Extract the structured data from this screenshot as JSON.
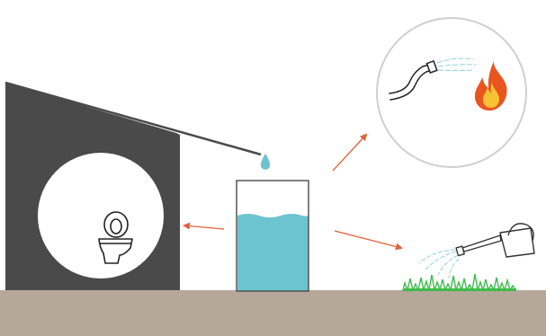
{
  "colors": {
    "background": "#ffffff",
    "ground": "#b5a89b",
    "building": "#4a4a4a",
    "gutter": "#4a4a4a",
    "water": "#6cc4d0",
    "tank_outline": "#4a4a4a",
    "arrow": "#e2623a",
    "circle_outline": "#cfcfcf",
    "grass": "#3dbb4a",
    "flame_outer": "#e9541f",
    "flame_inner": "#f7c233"
  },
  "icons": {
    "drop": "water-drop-icon",
    "toilet": "toilet-icon",
    "hose": "hose-icon",
    "fire": "fire-icon",
    "watering_can": "watering-can-icon",
    "grass": "grass-icon"
  },
  "flows": [
    {
      "from": "rainwater-tank",
      "to": "toilet"
    },
    {
      "from": "rainwater-tank",
      "to": "firefighting"
    },
    {
      "from": "rainwater-tank",
      "to": "garden-irrigation"
    }
  ]
}
